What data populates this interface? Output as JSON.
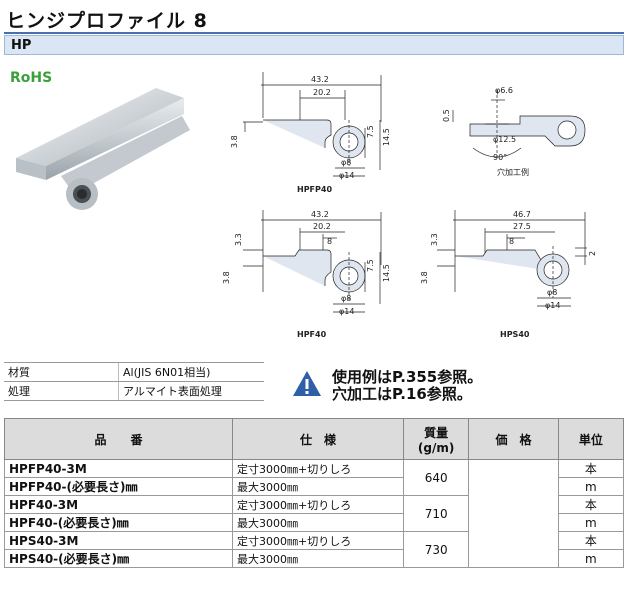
{
  "header": {
    "title": "ヒンジプロファイル 8",
    "code": "HP"
  },
  "rohs_label": "RoHS",
  "drawings": {
    "hpfp40": {
      "name": "HPFP40",
      "dims": [
        "43.2",
        "20.2",
        "3.8",
        "7.5",
        "14.5",
        "φ8",
        "φ14"
      ]
    },
    "hole_detail": {
      "dims": [
        "0.5",
        "φ6.6",
        "φ12.5",
        "90°"
      ],
      "caption": "穴加工例"
    },
    "hpf40": {
      "name": "HPF40",
      "dims": [
        "43.2",
        "20.2",
        "8",
        "3.3",
        "3.8",
        "7.5",
        "14.5",
        "φ8",
        "φ14"
      ]
    },
    "hps40": {
      "name": "HPS40",
      "dims": [
        "46.7",
        "27.5",
        "8",
        "3.3",
        "3.8",
        "2",
        "φ8",
        "φ14"
      ]
    }
  },
  "spec": [
    {
      "label": "材質",
      "value": "Al(JIS 6N01相当)"
    },
    {
      "label": "処理",
      "value": "アルマイト表面処理"
    }
  ],
  "notes": [
    "使用例はP.355参照。",
    "穴加工はP.16参照。"
  ],
  "table": {
    "headers": {
      "part": "品　　番",
      "spec": "仕　様",
      "mass": "質量\n(g/m)",
      "price": "価　格",
      "unit": "単位"
    },
    "rows": [
      {
        "part": "HPFP40-3M",
        "spec": "定寸3000㎜+切りしろ",
        "mass": "640",
        "unit": "本"
      },
      {
        "part": "HPFP40-(必要長さ)㎜",
        "spec": "最大3000㎜",
        "unit": "m"
      },
      {
        "part": "HPF40-3M",
        "spec": "定寸3000㎜+切りしろ",
        "mass": "710",
        "unit": "本"
      },
      {
        "part": "HPF40-(必要長さ)㎜",
        "spec": "最大3000㎜",
        "unit": "m"
      },
      {
        "part": "HPS40-3M",
        "spec": "定寸3000㎜+切りしろ",
        "mass": "730",
        "unit": "本"
      },
      {
        "part": "HPS40-(必要長さ)㎜",
        "spec": "最大3000㎜",
        "unit": "m"
      }
    ]
  }
}
